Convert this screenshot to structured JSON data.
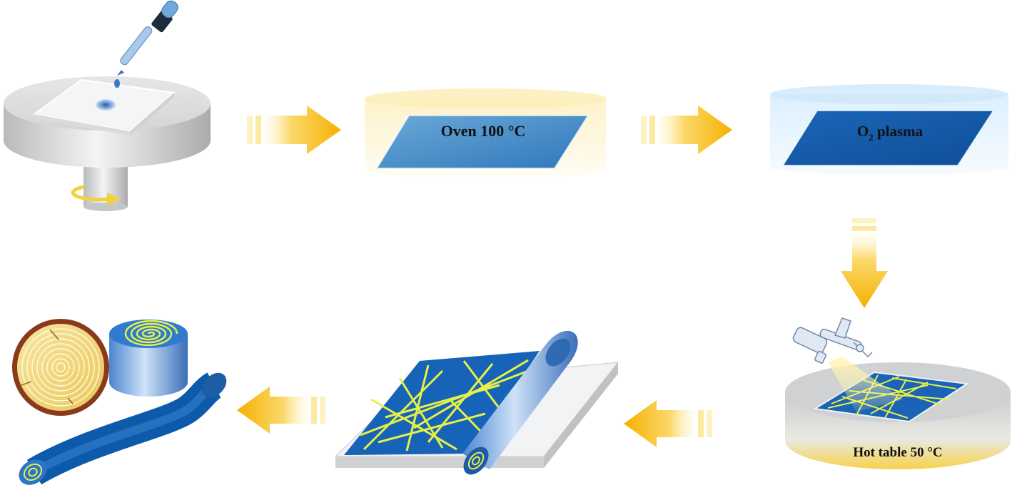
{
  "steps": {
    "spin_coat": {},
    "oven": {
      "label_text": "Oven 100 °C"
    },
    "plasma": {
      "label_main": "O",
      "label_sub": "2",
      "label_rest": " plasma"
    },
    "hot_table": {
      "label_text": "Hot table 50 °C"
    },
    "rolling": {},
    "fiber": {}
  },
  "colors": {
    "arrow": "#f5b800",
    "substrate_blue": "#1f6fc0",
    "nanowire_yellow": "#e6f046",
    "oven_glow": "#fbe9a8",
    "plasma_glow": "#d5ecfb",
    "platform_gray": "#c9cbcd"
  },
  "icons": [
    "dropper-icon",
    "spray-gun-icon",
    "rotation-arrow-icon",
    "tree-ring-icon"
  ]
}
